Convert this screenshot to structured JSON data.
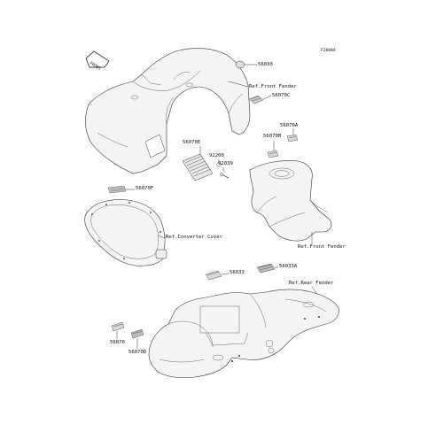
{
  "figure_id": "F2880A",
  "front_label": "FRONT",
  "callouts": [
    {
      "id": "c56030",
      "text": "56030"
    },
    {
      "id": "cRefFrontFender1",
      "text": "Ref.Front Fender"
    },
    {
      "id": "c56070C",
      "text": "56070C"
    },
    {
      "id": "c56070A",
      "text": "56070A"
    },
    {
      "id": "c56070B",
      "text": "56070B"
    },
    {
      "id": "c56070E",
      "text": "56070E"
    },
    {
      "id": "c92200",
      "text": "92200"
    },
    {
      "id": "c92039",
      "text": "92039"
    },
    {
      "id": "c56070F",
      "text": "56070F"
    },
    {
      "id": "cRefConverterCover",
      "text": "Ref.Converter Cover"
    },
    {
      "id": "cRefFrontFender2",
      "text": "Ref.Front Fender"
    },
    {
      "id": "c56033",
      "text": "56033"
    },
    {
      "id": "c56033A",
      "text": "56033A"
    },
    {
      "id": "cRefRearFender",
      "text": "Ref.Rear Fender"
    },
    {
      "id": "c56070",
      "text": "56070"
    },
    {
      "id": "c56070D",
      "text": "56070D"
    }
  ]
}
